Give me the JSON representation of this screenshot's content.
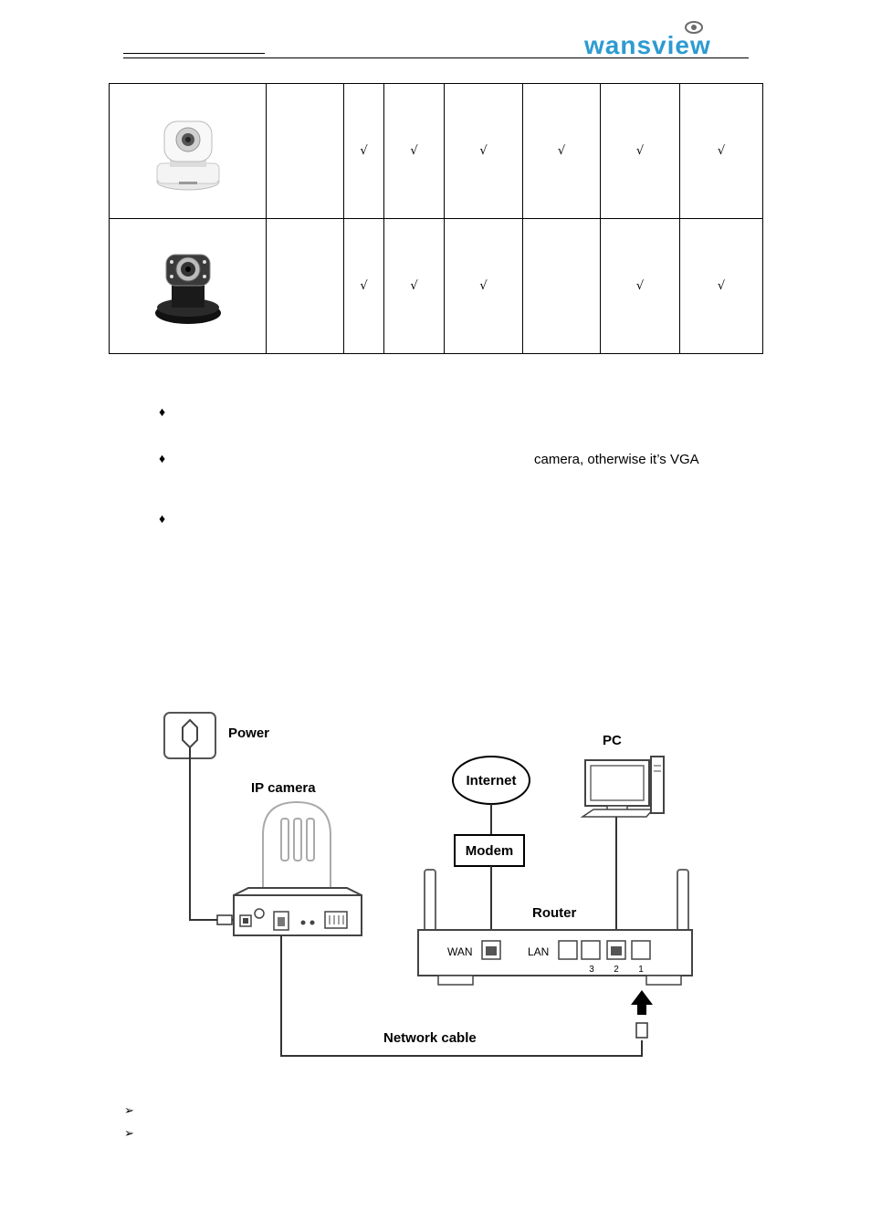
{
  "header": {
    "brand": "wansview"
  },
  "table": {
    "rows": [
      {
        "camera_image": "white-ip-camera",
        "model": "",
        "marks": [
          "√",
          "√",
          "√",
          "√",
          "√",
          "√"
        ]
      },
      {
        "camera_image": "black-ip-camera",
        "model": "",
        "marks": [
          "√",
          "√",
          "√",
          "",
          "√",
          "√"
        ]
      }
    ]
  },
  "notes": {
    "bullet_symbol": "♦",
    "note_2_fragment": "camera, otherwise it’s VGA"
  },
  "diagram": {
    "power_label": "Power",
    "ip_camera_label": "IP camera",
    "internet_label": "Internet",
    "modem_label": "Modem",
    "pc_label": "PC",
    "router_label": "Router",
    "wan_label": "WAN",
    "lan_label": "LAN",
    "port_numbers": [
      "3",
      "2",
      "1"
    ],
    "network_cable_label": "Network cable"
  },
  "footer_items": {
    "arrow_symbol": "➢"
  },
  "colors": {
    "logo_blue": "#2d9bd1"
  }
}
